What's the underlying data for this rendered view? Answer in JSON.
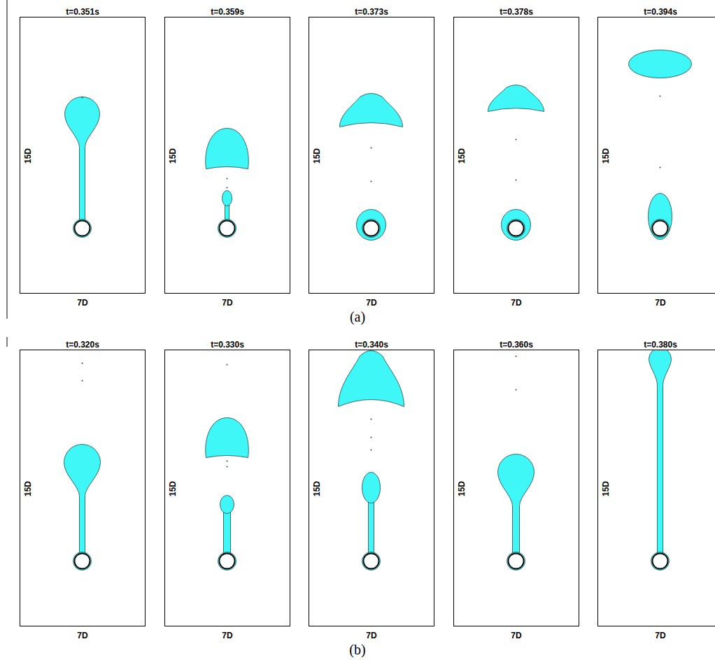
{
  "diagram": {
    "labels": [
      "t=0.351s",
      "15D",
      "7D",
      "t=0.359s",
      "15D",
      "7D",
      "t=0.373s",
      "15D",
      "7D",
      "t=0.378s",
      "15D",
      "7D",
      "t=0.394s",
      "15D",
      "7D",
      "(a)",
      "t=0.320s",
      "15D",
      "7D",
      "t=0.330s",
      "15D",
      "7D",
      "t=0.340s",
      "15D",
      "7D",
      "t=0.360s",
      "15D",
      "7D",
      "t=0.380s",
      "15D",
      "7D",
      "(b)"
    ]
  }
}
